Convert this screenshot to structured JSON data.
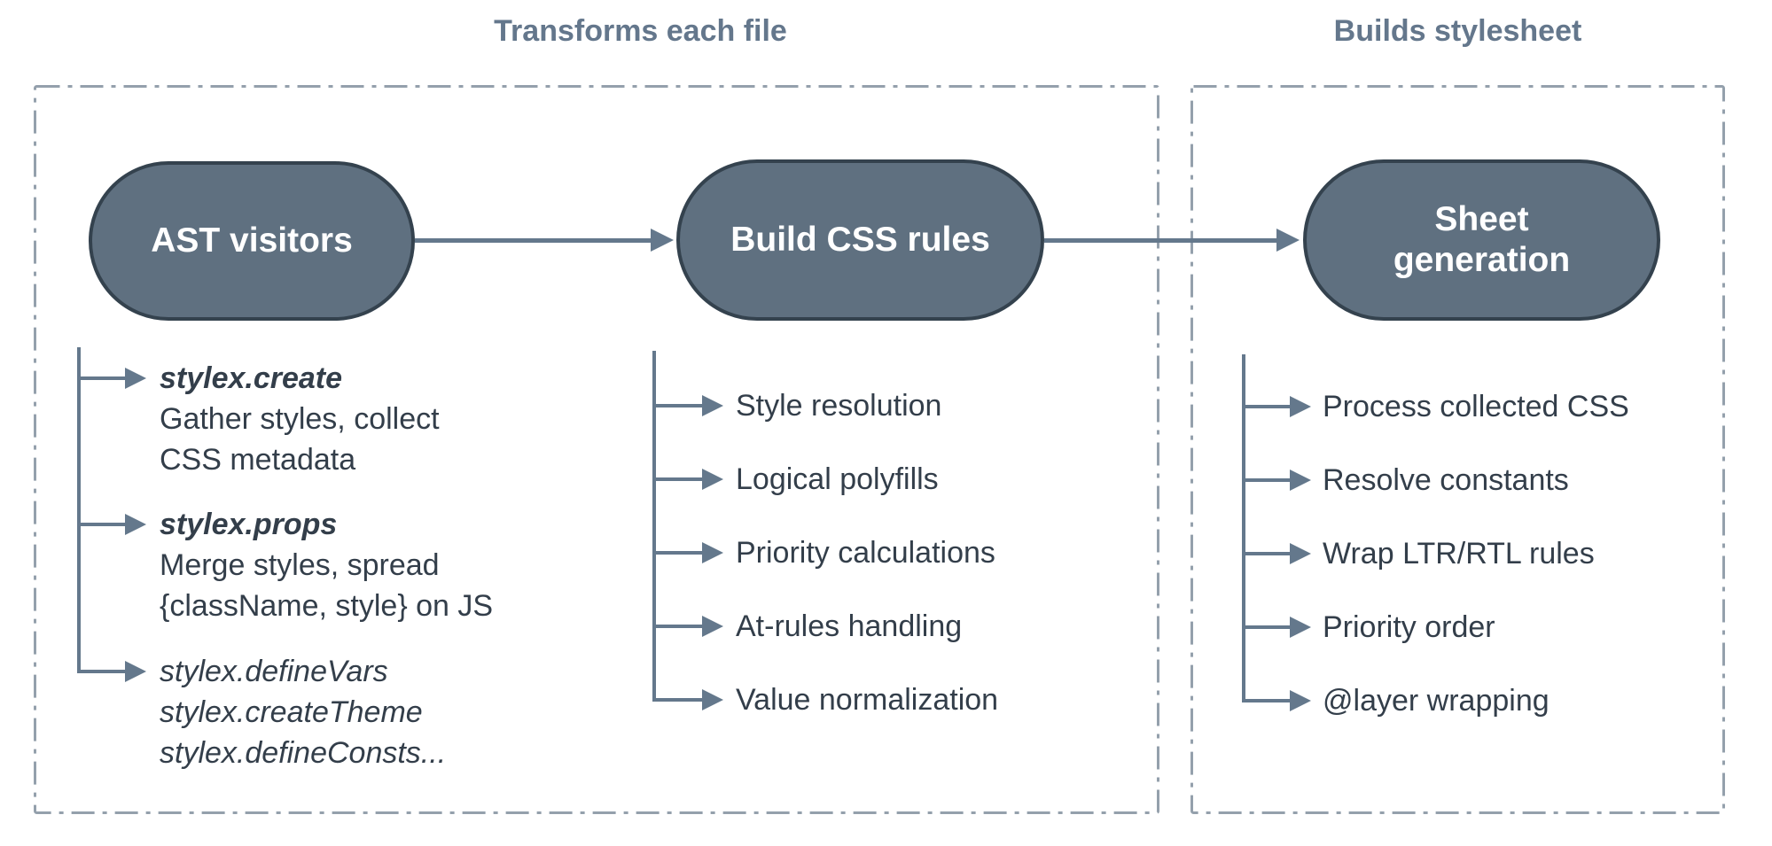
{
  "colors": {
    "pill_fill": "#5f7080",
    "pill_border": "#34424e",
    "pill_text": "#ffffff",
    "connector": "#64788c",
    "container_border": "#94a0ac",
    "section_title": "#64778c",
    "item_text": "#333e4a",
    "background": "#ffffff"
  },
  "sections": [
    {
      "title": "Transforms each file"
    },
    {
      "title": "Builds stylesheet"
    }
  ],
  "pills": [
    {
      "label": "AST visitors"
    },
    {
      "label": "Build CSS rules"
    },
    {
      "label": "Sheet generation"
    }
  ],
  "ast_items": [
    {
      "title": "stylex.create",
      "desc": "Gather styles, collect\nCSS metadata"
    },
    {
      "title": "stylex.props",
      "desc": "Merge styles, spread\n{className, style} on JS"
    },
    {
      "title": "stylex.defineVars\nstylex.createTheme\nstylex.defineConsts...",
      "desc": ""
    }
  ],
  "build_items": [
    "Style resolution",
    "Logical polyfills",
    "Priority calculations",
    "At-rules handling",
    "Value normalization"
  ],
  "sheet_items": [
    "Process collected CSS",
    "Resolve constants",
    "Wrap LTR/RTL rules",
    "Priority order",
    "@layer wrapping"
  ]
}
